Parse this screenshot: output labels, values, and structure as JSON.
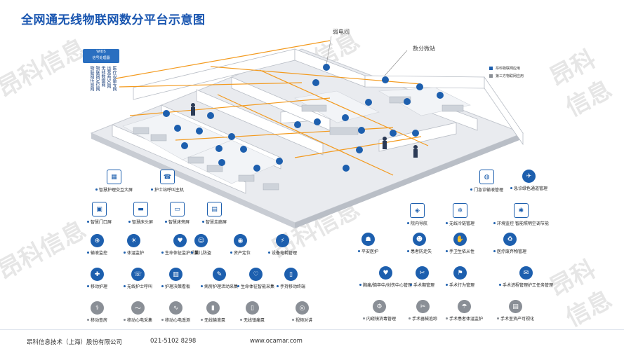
{
  "title": "全网通无线物联网数分平台示意图",
  "watermark": "昂科信息",
  "wids": {
    "line1": "WIDS",
    "line2": "信号处理器"
  },
  "vertical_labels": [
    "医疗设备专网",
    "运营商5G网",
    "无线数据网",
    "物联网定位网",
    "物联网传感网"
  ],
  "callouts": {
    "weak_room": "弱电间",
    "data_center": "数分微站"
  },
  "legend": [
    {
      "label": "昂科物联网应用",
      "color": "#1d5fae"
    },
    {
      "label": "第三方物联网应用",
      "color": "#8a8f96"
    }
  ],
  "left_icons": [
    {
      "label": "智慧护理交互大屏",
      "glyph": "▦",
      "kind": "sq",
      "dot": "blue"
    },
    {
      "label": "护士站呼叫主机",
      "glyph": "☎",
      "kind": "sq",
      "dot": "blue"
    },
    {
      "label": "智慧门口屏",
      "glyph": "▣",
      "kind": "sq",
      "dot": "blue"
    },
    {
      "label": "智慧床头屏",
      "glyph": "▬",
      "kind": "sq",
      "dot": "blue"
    },
    {
      "label": "智慧床旁屏",
      "glyph": "▭",
      "kind": "sq",
      "dot": "blue"
    },
    {
      "label": "智慧走廊屏",
      "glyph": "▤",
      "kind": "sq",
      "dot": "blue"
    },
    {
      "label": "输液监控",
      "glyph": "⊕",
      "kind": "blue",
      "dot": "blue"
    },
    {
      "label": "体温监护",
      "glyph": "☀",
      "kind": "blue",
      "dot": "blue"
    },
    {
      "label": "生命体征监护采集",
      "glyph": "♥",
      "kind": "blue",
      "dot": "blue"
    },
    {
      "label": "婴儿防盗",
      "glyph": "☺",
      "kind": "blue",
      "dot": "blue"
    },
    {
      "label": "资产定位",
      "glyph": "◉",
      "kind": "blue",
      "dot": "blue"
    },
    {
      "label": "设备电耗管理",
      "glyph": "⚡",
      "kind": "blue",
      "dot": "blue"
    },
    {
      "label": "移动护理",
      "glyph": "✚",
      "kind": "blue",
      "dot": "blue"
    },
    {
      "label": "无线护士呼叫",
      "glyph": "☏",
      "kind": "blue",
      "dot": "blue"
    },
    {
      "label": "护理决策看板",
      "glyph": "▥",
      "kind": "blue",
      "dot": "blue"
    },
    {
      "label": "病房护理活动采集",
      "glyph": "✎",
      "kind": "blue",
      "dot": "blue"
    },
    {
      "label": "生命体征智能采集",
      "glyph": "♡",
      "kind": "blue",
      "dot": "blue"
    },
    {
      "label": "手持移动终端",
      "glyph": "▯",
      "kind": "blue",
      "dot": "blue"
    },
    {
      "label": "移动查房",
      "glyph": "⚕",
      "kind": "gray",
      "dot": "gray"
    },
    {
      "label": "移动心电采集",
      "glyph": "〜",
      "kind": "gray",
      "dot": "gray"
    },
    {
      "label": "移动心电遥测",
      "glyph": "∿",
      "kind": "gray",
      "dot": "gray"
    },
    {
      "label": "无线输液泵",
      "glyph": "▮",
      "kind": "gray",
      "dot": "gray"
    },
    {
      "label": "无线镇痛泵",
      "glyph": "▯",
      "kind": "gray",
      "dot": "gray"
    },
    {
      "label": "视频对讲",
      "glyph": "◎",
      "kind": "gray",
      "dot": "gray"
    }
  ],
  "right_icons": [
    {
      "label": "门急诊输液管理",
      "glyph": "◍",
      "kind": "sq",
      "dot": "blue"
    },
    {
      "label": "急诊绿色通道管理",
      "glyph": "✈",
      "kind": "blue",
      "dot": "blue"
    },
    {
      "label": "院内导航",
      "glyph": "◈",
      "kind": "sq",
      "dot": "blue"
    },
    {
      "label": "无线冷链管理",
      "glyph": "❄",
      "kind": "sq",
      "dot": "blue"
    },
    {
      "label": "环境监控 智能照明空调节能",
      "glyph": "✱",
      "kind": "sq",
      "dot": "blue"
    },
    {
      "label": "平安医护",
      "glyph": "☗",
      "kind": "blue",
      "dot": "blue"
    },
    {
      "label": "患者防走失",
      "glyph": "☻",
      "kind": "blue",
      "dot": "blue"
    },
    {
      "label": "手卫生依从性",
      "glyph": "✋",
      "kind": "blue",
      "dot": "blue"
    },
    {
      "label": "医疗废弃物管理",
      "glyph": "♻",
      "kind": "blue",
      "dot": "blue"
    },
    {
      "label": "胸痛/脑卒中/创伤中心管理",
      "glyph": "♥",
      "kind": "blue",
      "dot": "blue"
    },
    {
      "label": "手术期管理",
      "glyph": "✂",
      "kind": "blue",
      "dot": "blue"
    },
    {
      "label": "手术行为管理",
      "glyph": "⚑",
      "kind": "blue",
      "dot": "blue"
    },
    {
      "label": "手术进程管理护工任务管理",
      "glyph": "✉",
      "kind": "blue",
      "dot": "blue"
    },
    {
      "label": "内窥镜消毒管理",
      "glyph": "⚙",
      "kind": "gray",
      "dot": "gray"
    },
    {
      "label": "手术器械追踪",
      "glyph": "✂",
      "kind": "gray",
      "dot": "gray"
    },
    {
      "label": "手术患者体温监护",
      "glyph": "☂",
      "kind": "gray",
      "dot": "gray"
    },
    {
      "label": "手术室资产可视化",
      "glyph": "▤",
      "kind": "gray",
      "dot": "gray"
    }
  ],
  "footer": {
    "company": "昂科信息技术（上海）股份有限公司",
    "phone": "021-5102 8298",
    "web": "www.ocamar.com"
  }
}
